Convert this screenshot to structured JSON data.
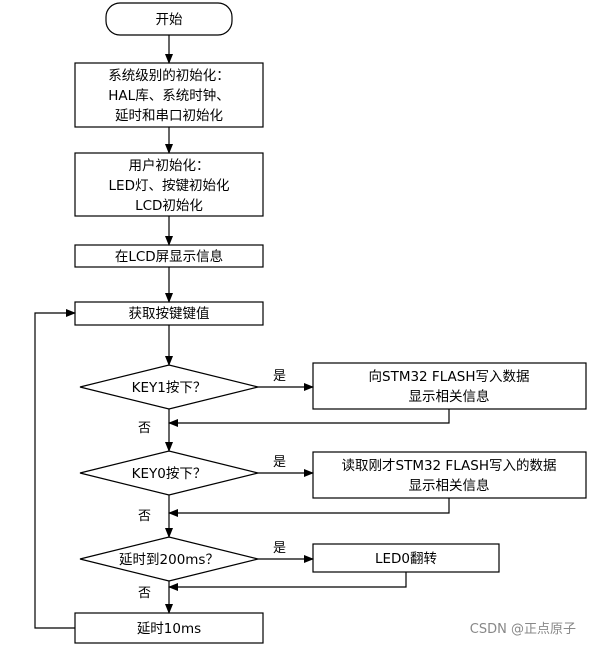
{
  "flowchart": {
    "start": "开始",
    "step1": [
      "系统级别的初始化：",
      "HAL库、系统时钟、",
      "延时和串口初始化"
    ],
    "step2": [
      "用户初始化：",
      "LED灯、按键初始化",
      "LCD初始化"
    ],
    "step3": "在LCD屏显示信息",
    "step4": "获取按键键值",
    "decision1": "KEY1按下？",
    "action1": [
      "向STM32 FLASH写入数据",
      "显示相关信息"
    ],
    "decision2": "KEY0按下？",
    "action2": [
      "读取刚才STM32 FLASH写入的数据",
      "显示相关信息"
    ],
    "decision3": "延时到200ms？",
    "action3": "LED0翻转",
    "step_last": "延时10ms",
    "yes": "是",
    "no": "否"
  },
  "watermark": "CSDN @正点原子"
}
